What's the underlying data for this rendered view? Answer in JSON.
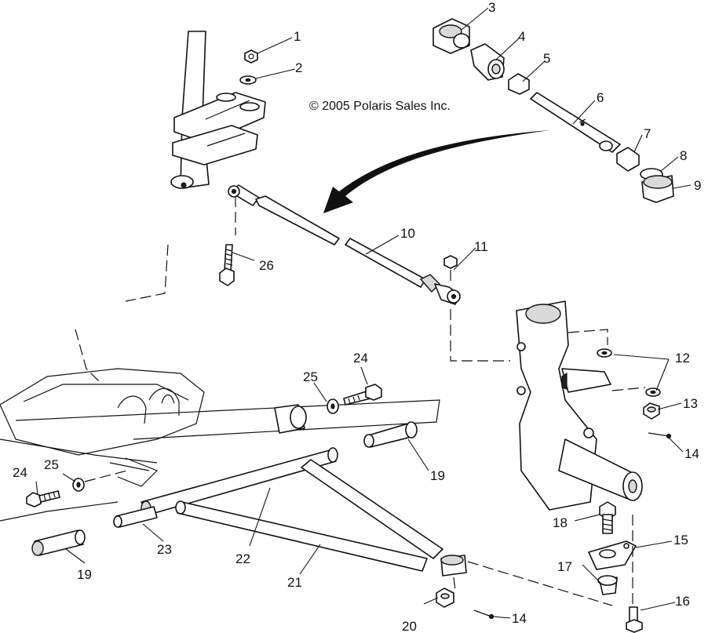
{
  "copyright": "© 2005 Polaris Sales Inc.",
  "callouts": {
    "c1": "1",
    "c2": "2",
    "c3": "3",
    "c4": "4",
    "c5": "5",
    "c6": "6",
    "c7": "7",
    "c8": "8",
    "c9": "9",
    "c10": "10",
    "c11": "11",
    "c12": "12",
    "c13": "13",
    "c14a": "14",
    "c14b": "14",
    "c15": "15",
    "c16": "16",
    "c17": "17",
    "c18": "18",
    "c19a": "19",
    "c19b": "19",
    "c20": "20",
    "c21": "21",
    "c22": "22",
    "c23": "23",
    "c24a": "24",
    "c24b": "24",
    "c25a": "25",
    "c25b": "25",
    "c26": "26"
  }
}
